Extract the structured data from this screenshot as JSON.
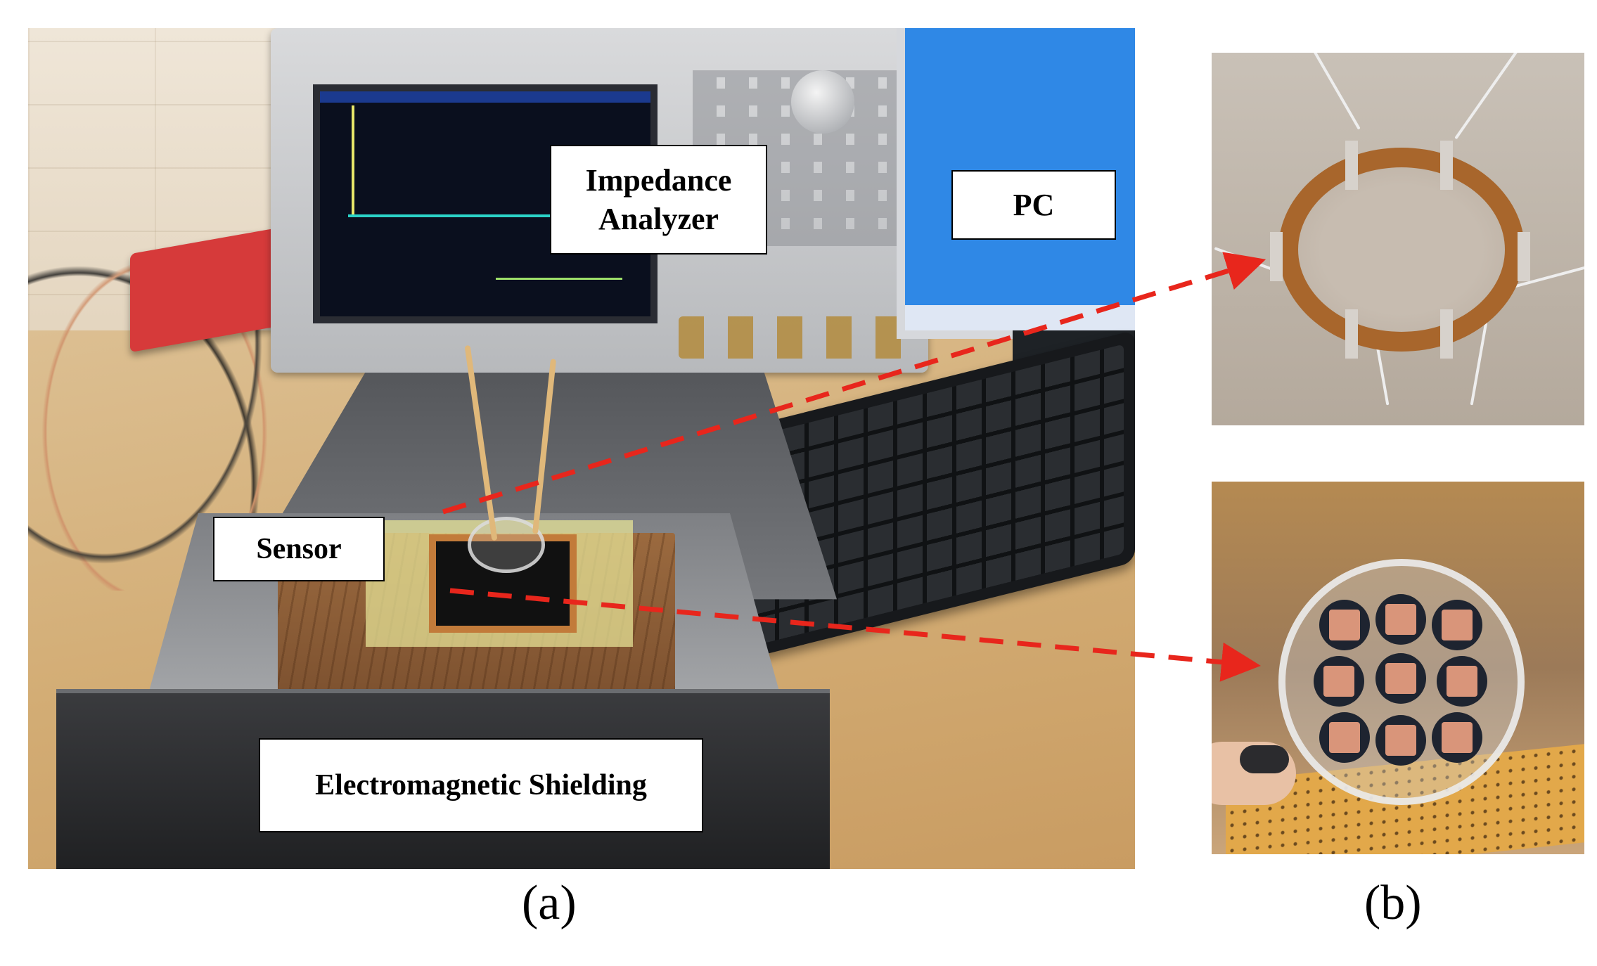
{
  "panel_a": {
    "labels": {
      "impedance_line1": "Impedance",
      "impedance_line2": "Analyzer",
      "pc": "PC",
      "sensor": "Sensor",
      "shielding": "Electromagnetic Shielding"
    },
    "caption": "(a)"
  },
  "panel_b": {
    "caption": "(b)"
  },
  "colors": {
    "arrow": "#e8261c",
    "label_border": "#000000",
    "label_fill": "#ffffff"
  }
}
